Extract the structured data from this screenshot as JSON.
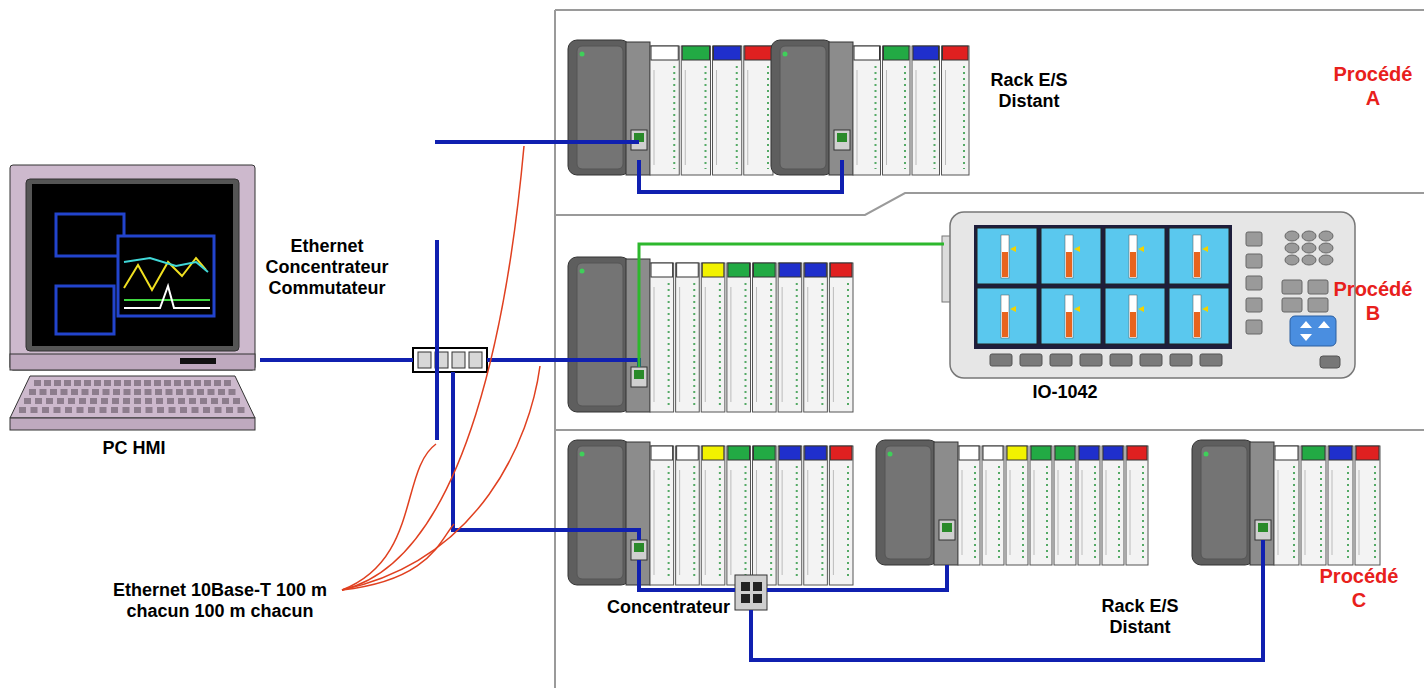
{
  "diagram": {
    "nodes": [
      {
        "text": [
          "PC HMI"
        ]
      },
      {
        "text": [
          "Ethernet Concentrateur Commutateur"
        ]
      },
      {
        "text": [
          "Procédé A"
        ]
      },
      {
        "text": [
          "Rack E/S Distant"
        ],
        "in": 2
      },
      {
        "text": [
          "Procédé B"
        ]
      },
      {
        "text": [
          "IO-1042"
        ],
        "in": 4
      },
      {
        "text": [
          "Procédé C"
        ]
      },
      {
        "text": [
          "Concentrateur"
        ],
        "in": 6
      },
      {
        "text": [
          "Rack E/S Distant"
        ],
        "in": 6
      }
    ],
    "edges": [
      {
        "from": 0,
        "to": 1,
        "arrow": "none"
      },
      {
        "from": 7,
        "to": 8,
        "arrow": "none"
      }
    ],
    "labels": [
      "Ethernet 10Base-T 100 m chacun 100 m chacun"
    ]
  }
}
